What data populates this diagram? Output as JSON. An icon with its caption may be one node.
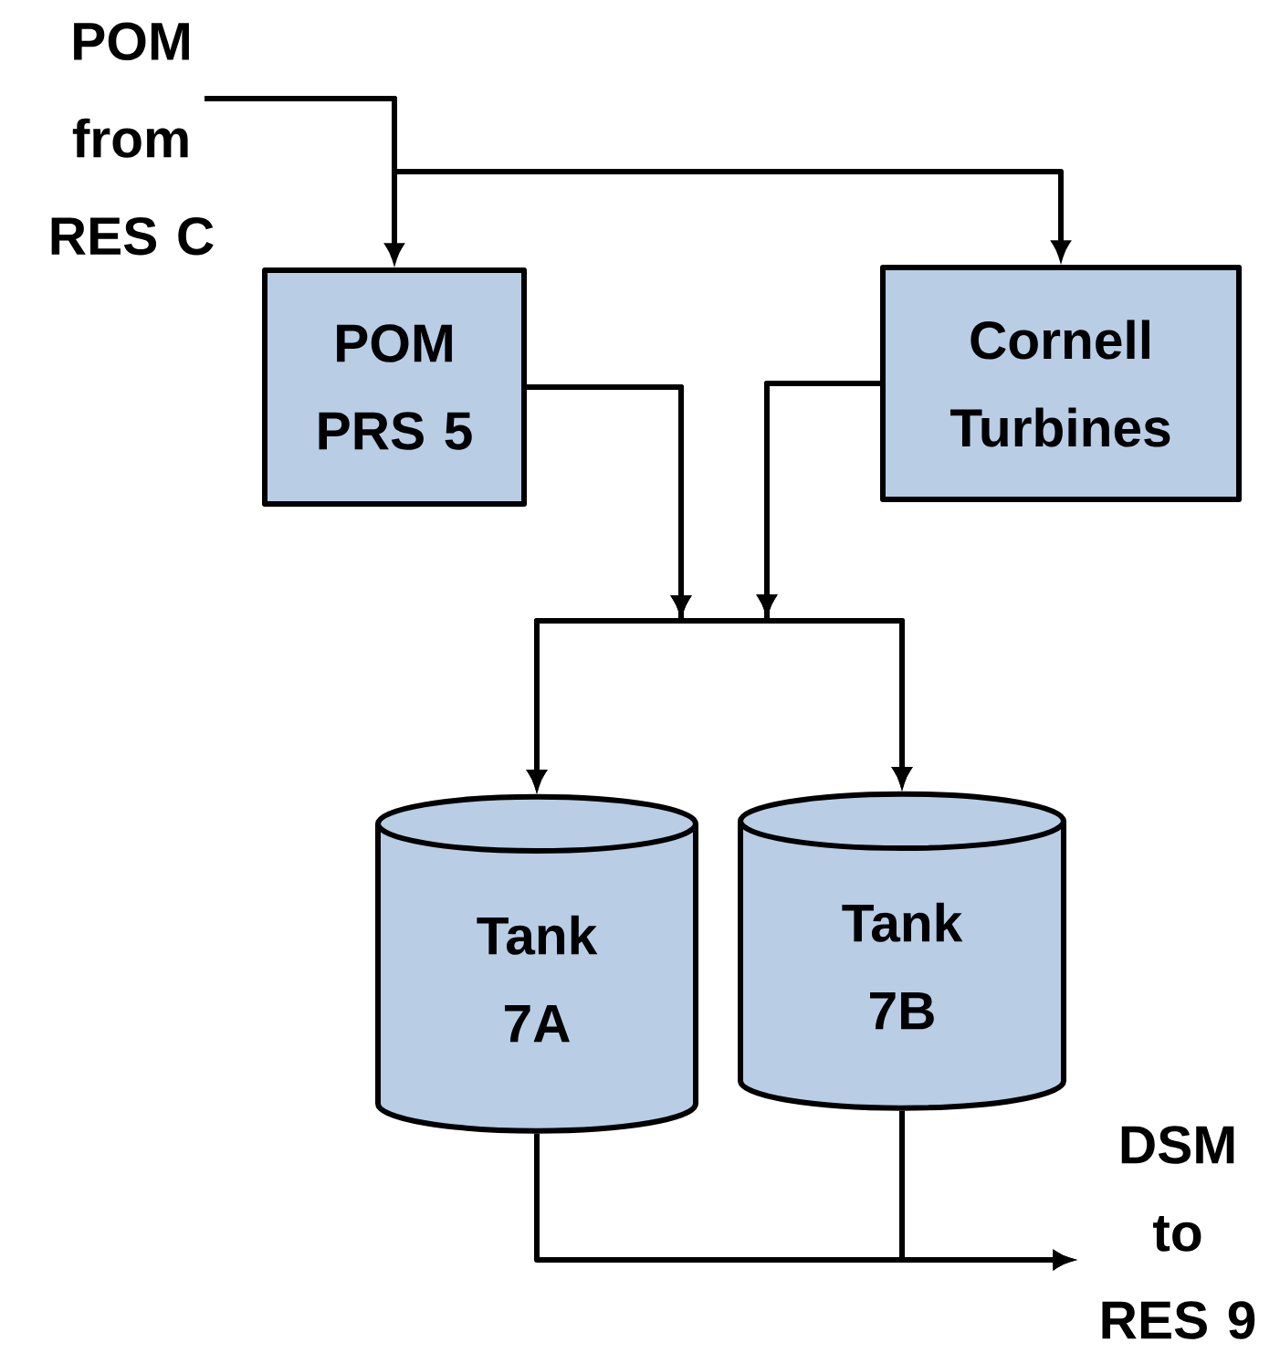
{
  "diagram": {
    "nodes": [
      {
        "text": [
          "POM from RES C"
        ]
      },
      {
        "text": [
          "POM PRS 5"
        ]
      },
      {
        "text": [
          "Cornell Turbines"
        ]
      },
      {
        "text": [
          "Tank 7A"
        ]
      },
      {
        "text": [
          "Tank 7B"
        ]
      },
      {
        "text": [
          "DSM to RES 9"
        ]
      }
    ],
    "edges": [
      {
        "from": 0,
        "to": 1,
        "arrow": "to"
      },
      {
        "from": 0,
        "to": 2,
        "arrow": "to"
      },
      {
        "from": 1,
        "to": 3,
        "arrow": "to"
      },
      {
        "from": 1,
        "to": 4,
        "arrow": "to"
      },
      {
        "from": 2,
        "to": 3,
        "arrow": "to"
      },
      {
        "from": 2,
        "to": 4,
        "arrow": "to"
      },
      {
        "from": 3,
        "to": 5,
        "arrow": "to"
      },
      {
        "from": 4,
        "to": 5,
        "arrow": "to"
      }
    ]
  }
}
